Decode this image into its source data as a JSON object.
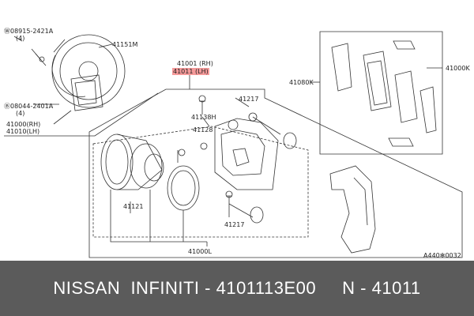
{
  "labels": {
    "bolt_code": "Ⓦ08915-2421A",
    "bolt_qty": "(4)",
    "shield": "41151M",
    "bolt2_code": "Ⓑ08044-2401A",
    "bolt2_qty": "(4)",
    "caliper_rh_small": "41000(RH)",
    "caliper_lh_small": "41010(LH)",
    "rh_code": "41001 (RH)",
    "lh_code": "41011 (LH)",
    "bleeder": "41138H",
    "cap": "41128",
    "pin_top": "41217",
    "pin_bottom": "41217",
    "piston": "41121",
    "kit": "41000L",
    "pad_kit": "41080K",
    "pad_set": "41000K",
    "diagram_id": "A440✻0032"
  },
  "footer": {
    "text": "NISSAN  INFINITI - 4101113E00     N - 41011"
  },
  "colors": {
    "highlight": "#f59a9a",
    "footer_bg": "#5b5b5b"
  }
}
